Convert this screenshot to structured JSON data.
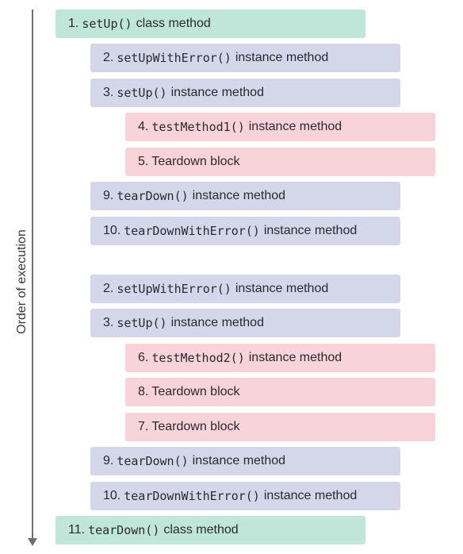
{
  "axis": {
    "label": "Order of execution"
  },
  "steps": [
    {
      "number": "1.",
      "code": "setUp()",
      "text": "class method",
      "kind": "class"
    },
    {
      "number": "2.",
      "code": "setUpWithError()",
      "text": "instance method",
      "kind": "instance"
    },
    {
      "number": "3.",
      "code": "setUp()",
      "text": "instance method",
      "kind": "instance"
    },
    {
      "number": "4.",
      "code": "testMethod1()",
      "text": "instance method",
      "kind": "test"
    },
    {
      "number": "5.",
      "code": "",
      "text": "Teardown block",
      "kind": "test"
    },
    {
      "number": "9.",
      "code": "tearDown()",
      "text": "instance method",
      "kind": "instance"
    },
    {
      "number": "10.",
      "code": "tearDownWithError()",
      "text": "instance method",
      "kind": "instance"
    },
    {
      "number": "2.",
      "code": "setUpWithError()",
      "text": "instance method",
      "kind": "instance"
    },
    {
      "number": "3.",
      "code": "setUp()",
      "text": "instance method",
      "kind": "instance"
    },
    {
      "number": "6.",
      "code": "testMethod2()",
      "text": "instance method",
      "kind": "test"
    },
    {
      "number": "8.",
      "code": "",
      "text": "Teardown block",
      "kind": "test"
    },
    {
      "number": "7.",
      "code": "",
      "text": "Teardown block",
      "kind": "test"
    },
    {
      "number": "9.",
      "code": "tearDown()",
      "text": "instance method",
      "kind": "instance"
    },
    {
      "number": "10.",
      "code": "tearDownWithError()",
      "text": "instance method",
      "kind": "instance"
    },
    {
      "number": "11.",
      "code": "tearDown()",
      "text": "class method",
      "kind": "class"
    }
  ],
  "colors": {
    "class": "#bfe6d8",
    "instance": "#d4d6ea",
    "test": "#f8d3d9",
    "axis": "#6d6d72"
  }
}
